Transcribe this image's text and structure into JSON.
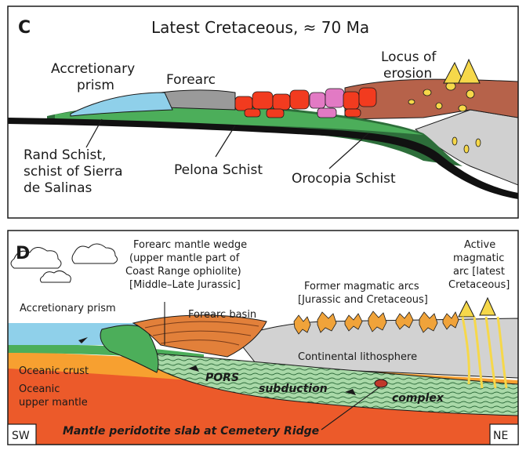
{
  "panel_c": {
    "letter": "C",
    "title": "Latest Cretaceous, ≈ 70 Ma",
    "labels": {
      "accretionary_prism_1": "Accretionary",
      "accretionary_prism_2": "prism",
      "forearc": "Forearc",
      "locus_1": "Locus of",
      "locus_2": "erosion",
      "rand_1": "Rand Schist,",
      "rand_2": "schist of Sierra",
      "rand_3": "de Salinas",
      "pelona": "Pelona Schist",
      "orocopia": "Orocopia Schist"
    }
  },
  "panel_d": {
    "letter": "D",
    "labels": {
      "mantle_wedge_1": "Forearc mantle wedge",
      "mantle_wedge_2": "(upper mantle part of",
      "mantle_wedge_3": "Coast Range ophiolite)",
      "mantle_wedge_4": "[Middle–Late Jurassic]",
      "active_arc_1": "Active",
      "active_arc_2": "magmatic",
      "active_arc_3": "arc [latest",
      "active_arc_4": "Cretaceous]",
      "former_arcs_1": "Former magmatic arcs",
      "former_arcs_2": "[Jurassic and Cretaceous]",
      "accretionary_prism": "Accretionary prism",
      "forearc_basin": "Forearc basin",
      "continental": "Continental lithosphere",
      "oceanic_crust": "Oceanic crust",
      "oceanic_mantle_1": "Oceanic",
      "oceanic_mantle_2": "upper mantle",
      "pors": "PORS",
      "subduction": "subduction",
      "complex": "complex",
      "peridotite": "Mantle peridotite slab at Cemetery Ridge",
      "sw": "SW",
      "ne": "NE"
    }
  },
  "colors": {
    "ocean": "#8fd0ea",
    "oceanic_crust": "#f7a030",
    "oceanic_mantle": "#ec5a2a",
    "continental": "#d2d2d2",
    "schist_green": "#4cae5a",
    "dark_green": "#2d6e3a",
    "red_blocks": "#f23b1f",
    "pink_blocks": "#e27ac4",
    "brown": "#b6624a",
    "arc_yellow": "#f6d84a",
    "basin_orange": "#e2803a"
  }
}
